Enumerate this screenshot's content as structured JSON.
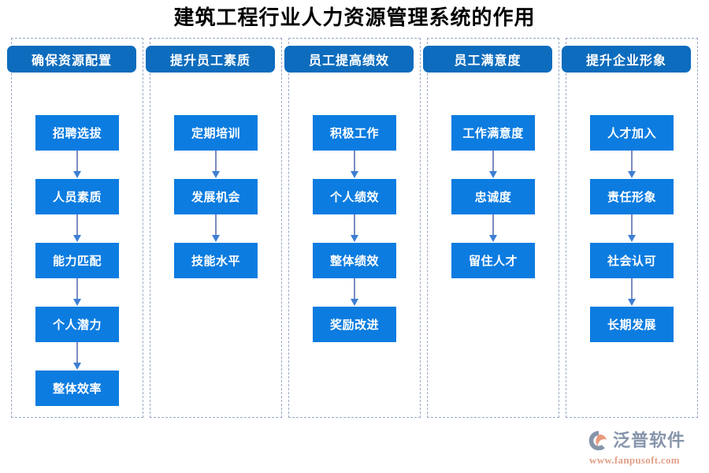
{
  "title": "建筑工程行业人力资源管理系统的作用",
  "colors": {
    "header_blue": "#0d6cbd",
    "node_blue": "#0c7ce0",
    "dashed_border": "#9aa7c4",
    "arrow": "#7b8bc4",
    "arrow_head": "#3d7fd4",
    "brand_name": "#8795ab",
    "brand_url": "#e2a08a",
    "background": "#ffffff",
    "text_on_blue": "#ffffff",
    "title_text": "#000000"
  },
  "columns": [
    {
      "header": "确保资源配置",
      "nodes": [
        "招聘选拔",
        "人员素质",
        "能力匹配",
        "个人潜力",
        "整体效率"
      ]
    },
    {
      "header": "提升员工素质",
      "nodes": [
        "定期培训",
        "发展机会",
        "技能水平"
      ]
    },
    {
      "header": "员工提高绩效",
      "nodes": [
        "积极工作",
        "个人绩效",
        "整体绩效",
        "奖励改进"
      ]
    },
    {
      "header": "员工满意度",
      "nodes": [
        "工作满意度",
        "忠诚度",
        "留住人才"
      ]
    },
    {
      "header": "提升企业形象",
      "nodes": [
        "人才加入",
        "责任形象",
        "社会认可",
        "长期发展"
      ]
    }
  ],
  "brand": {
    "name": "泛普软件",
    "url": "www.fanpusoft.com",
    "mark": "fanpu-swoosh-logo-icon"
  }
}
